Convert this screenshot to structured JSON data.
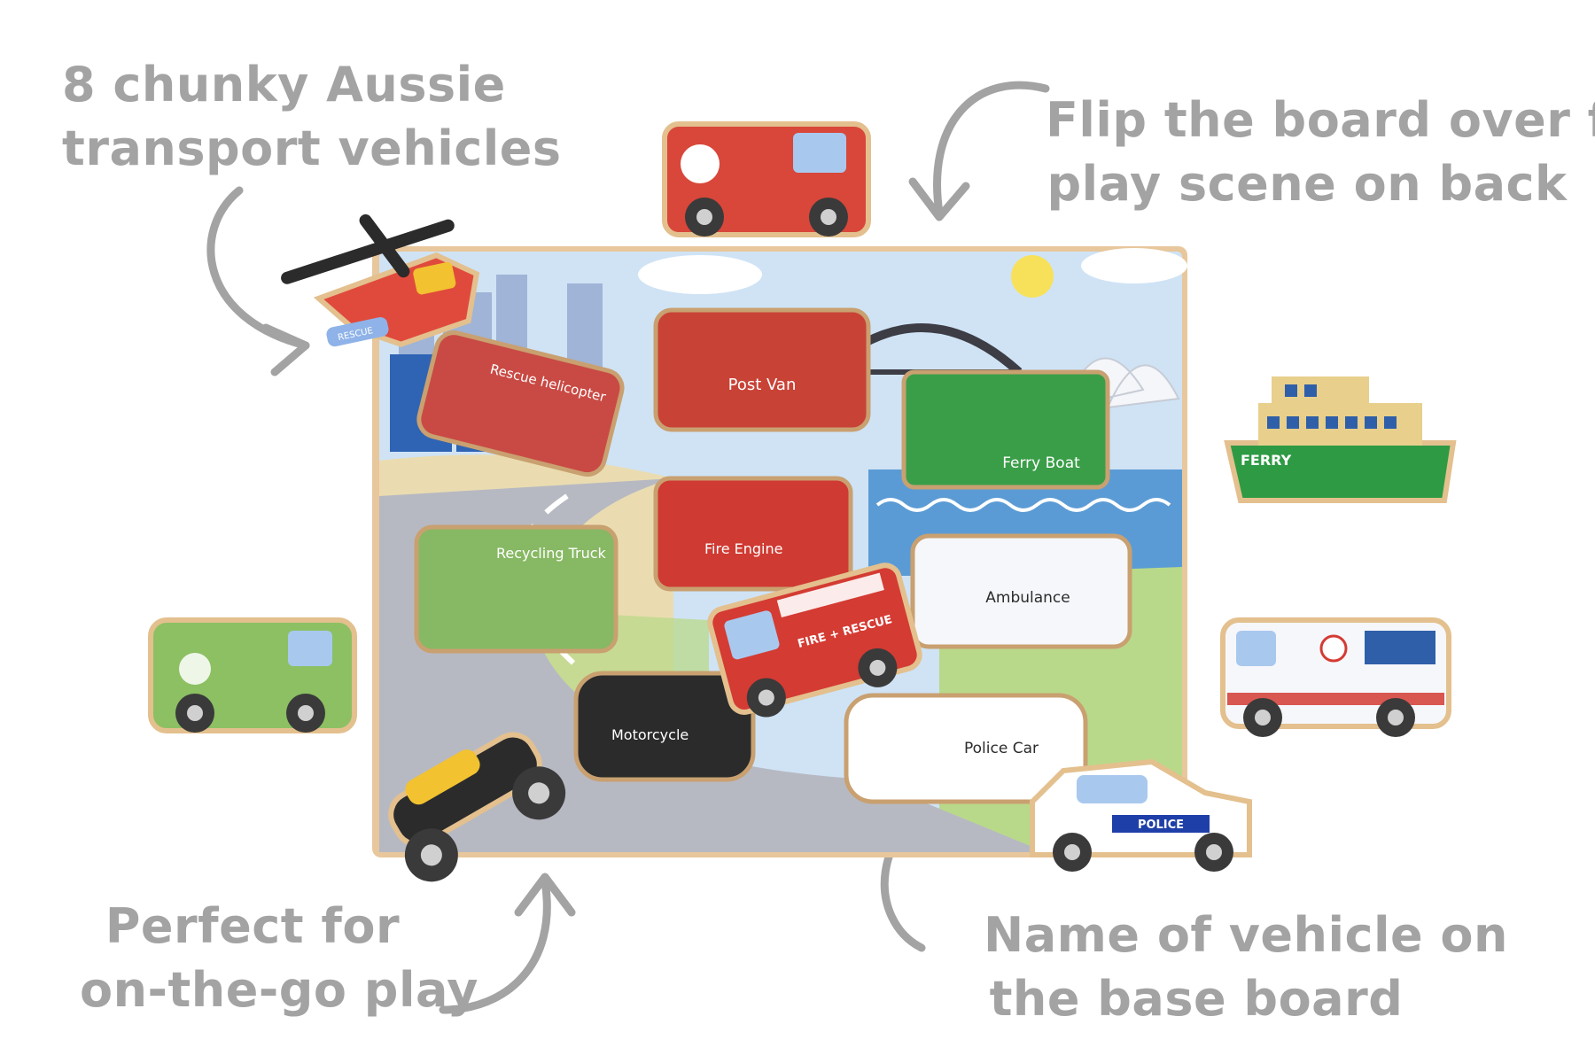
{
  "callouts": {
    "top_left": {
      "line1": "8 chunky Aussie",
      "line2": "transport vehicles"
    },
    "top_right": {
      "line1": "Flip the board over for",
      "line2": "play scene on back"
    },
    "bottom_left": {
      "line1": "Perfect for",
      "line2": "on-the-go play"
    },
    "bottom_right": {
      "line1": "Name of vehicle on",
      "line2": "the base board"
    }
  },
  "board_labels": {
    "post_van": "Post Van",
    "rescue_helicopter": "Rescue helicopter",
    "ferry_boat": "Ferry Boat",
    "ferry_hull": "FERRY",
    "fire_engine": "Fire Engine",
    "fire_rescue": "FIRE + RESCUE",
    "recycling_truck": "Recycling Truck",
    "ambulance": "Ambulance",
    "motorcycle": "Motorcycle",
    "police_car": "Police Car",
    "police": "POLICE",
    "rescue": "RESCUE"
  },
  "colors": {
    "callout_text": "#a3a3a3",
    "arrow": "#a3a3a3",
    "sky": "#cfe3f5",
    "water": "#5b9bd5",
    "road": "#b7b9c2",
    "grass": "#b9d98a",
    "sand": "#eadcb0",
    "wood_edge": "#d9b98a",
    "post_red": "#d8473a",
    "ferry_green": "#2e9a44",
    "recycle_green": "#8cc063",
    "fire_red": "#d43b33",
    "police_blue": "#1f3fa8",
    "motorcycle_yellow": "#f2c230"
  }
}
